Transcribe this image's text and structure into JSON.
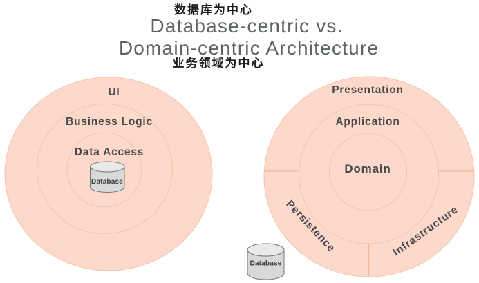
{
  "header": {
    "caption_top": "数据库为中心",
    "title_line1": "Database-centric vs.",
    "title_line2": "Domain-centric Architecture",
    "caption_bottom": "业务领域为中心"
  },
  "left": {
    "layer_outer": "UI",
    "layer_middle": "Business Logic",
    "layer_inner": "Data Access",
    "database": "Database"
  },
  "right": {
    "layer_outer": "Presentation",
    "layer_middle": "Application",
    "layer_inner": "Domain",
    "segment_left": "Persistence",
    "segment_right": "Infrastructure",
    "database": "Database"
  },
  "colors": {
    "circle_fill": "#fcd9cb",
    "circle_stroke": "#f3c3ab",
    "divider_stroke": "#eeb99c",
    "label_text": "#474747",
    "title_text": "#5e6367",
    "caption_text": "#1c1c1c",
    "cyl_body": "#d9d9d9",
    "cyl_top": "#e9e9e9",
    "cyl_stroke": "#777777",
    "db_text": "#3c3c3c"
  }
}
